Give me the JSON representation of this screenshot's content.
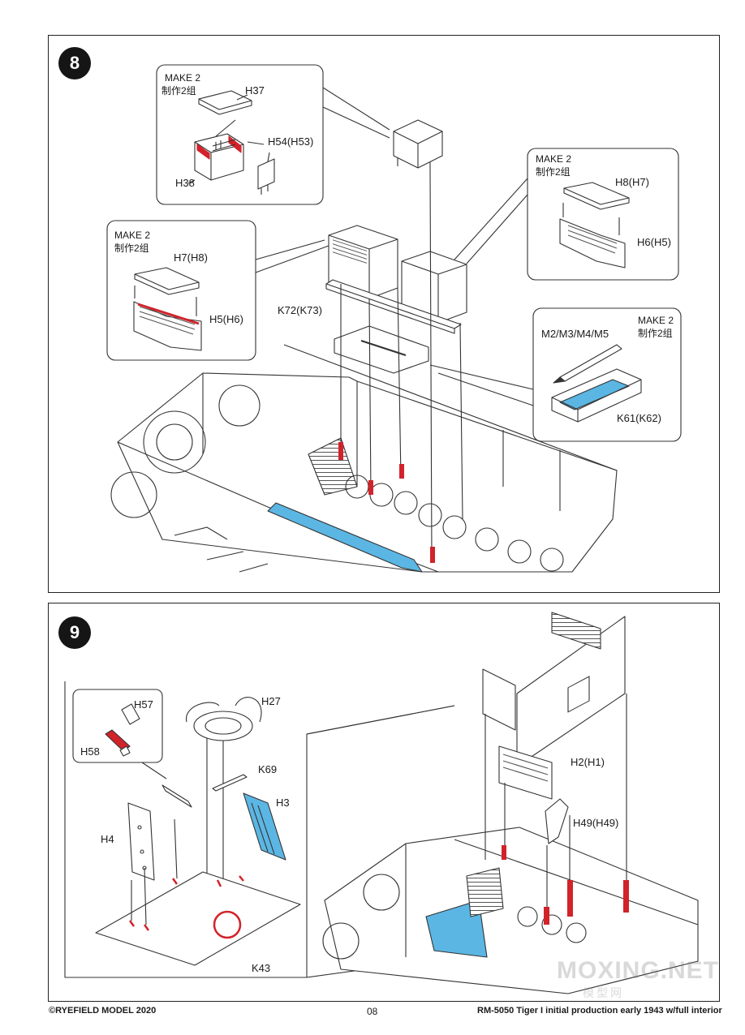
{
  "step8": {
    "number": "8",
    "callout_top": {
      "make": "MAKE 2",
      "make_cn": "制作2组",
      "parts": [
        "H37",
        "H54(H53)",
        "H38"
      ]
    },
    "callout_left": {
      "make": "MAKE 2",
      "make_cn": "制作2组",
      "parts": [
        "H7(H8)",
        "H5(H6)"
      ]
    },
    "callout_right_top": {
      "make": "MAKE 2",
      "make_cn": "制作2组",
      "parts": [
        "H8(H7)",
        "H6(H5)"
      ]
    },
    "callout_right_bottom": {
      "make": "MAKE 2",
      "make_cn": "制作2组",
      "parts": [
        "M2/M3/M4/M5",
        "K61(K62)"
      ]
    },
    "rack_label": "K72(K73)"
  },
  "step9": {
    "number": "9",
    "parts": [
      "H57",
      "H58",
      "H27",
      "K69",
      "H3",
      "H4",
      "K43",
      "H2(H1)",
      "H49(H49)"
    ]
  },
  "colors": {
    "red": "#d2232a",
    "blue": "#5bb6e3",
    "line": "#333333"
  },
  "footer": {
    "copyright": "©RYEFIELD MODEL 2020",
    "page": "08",
    "model": "RM-5050 Tiger I initial production early 1943 w/full interior"
  },
  "watermark": {
    "main": "MOXING.NET",
    "sub": "模型网"
  }
}
